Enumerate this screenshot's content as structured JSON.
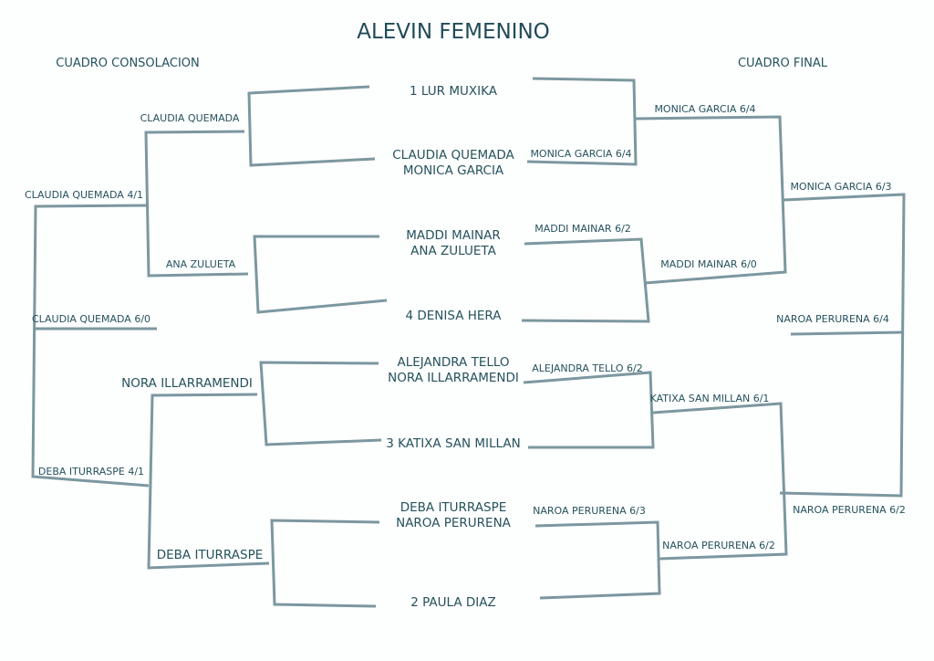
{
  "title": "ALEVIN FEMENINO",
  "headers": {
    "consolation": "CUADRO CONSOLACION",
    "final": "CUADRO FINAL"
  },
  "colors": {
    "line": "#7c979f",
    "text": "#25525d"
  },
  "draw": {
    "entries": [
      "1 LUR MUXIKA",
      "CLAUDIA QUEMADA",
      "MONICA GARCIA",
      "MADDI MAINAR",
      "ANA ZULUETA",
      "4 DENISA HERA",
      "ALEJANDRA TELLO",
      "NORA ILLARRAMENDI",
      "3 KATIXA SAN MILLAN",
      "DEBA ITURRASPE",
      "NAROA PERURENA",
      "2 PAULA DIAZ"
    ]
  },
  "final": {
    "r1": [
      "MONICA GARCIA 6/4",
      "MADDI MAINAR 6/2",
      "ALEJANDRA TELLO 6/2",
      "NAROA PERURENA 6/3"
    ],
    "r2": [
      "MONICA GARCIA 6/4",
      "MADDI MAINAR 6/0",
      "KATIXA SAN MILLAN 6/1",
      "NAROA PERURENA 6/2"
    ],
    "r3": [
      "MONICA GARCIA 6/3",
      "NAROA PERURENA 6/4"
    ],
    "winner": "NAROA PERURENA 6/2"
  },
  "consolation": {
    "r1": [
      "CLAUDIA QUEMADA",
      "ANA ZULUETA",
      "NORA ILLARRAMENDI",
      "DEBA ITURRASPE"
    ],
    "r2": [
      "CLAUDIA QUEMADA 4/1",
      "DEBA ITURRASPE 4/1"
    ],
    "winner": "CLAUDIA QUEMADA 6/0"
  }
}
